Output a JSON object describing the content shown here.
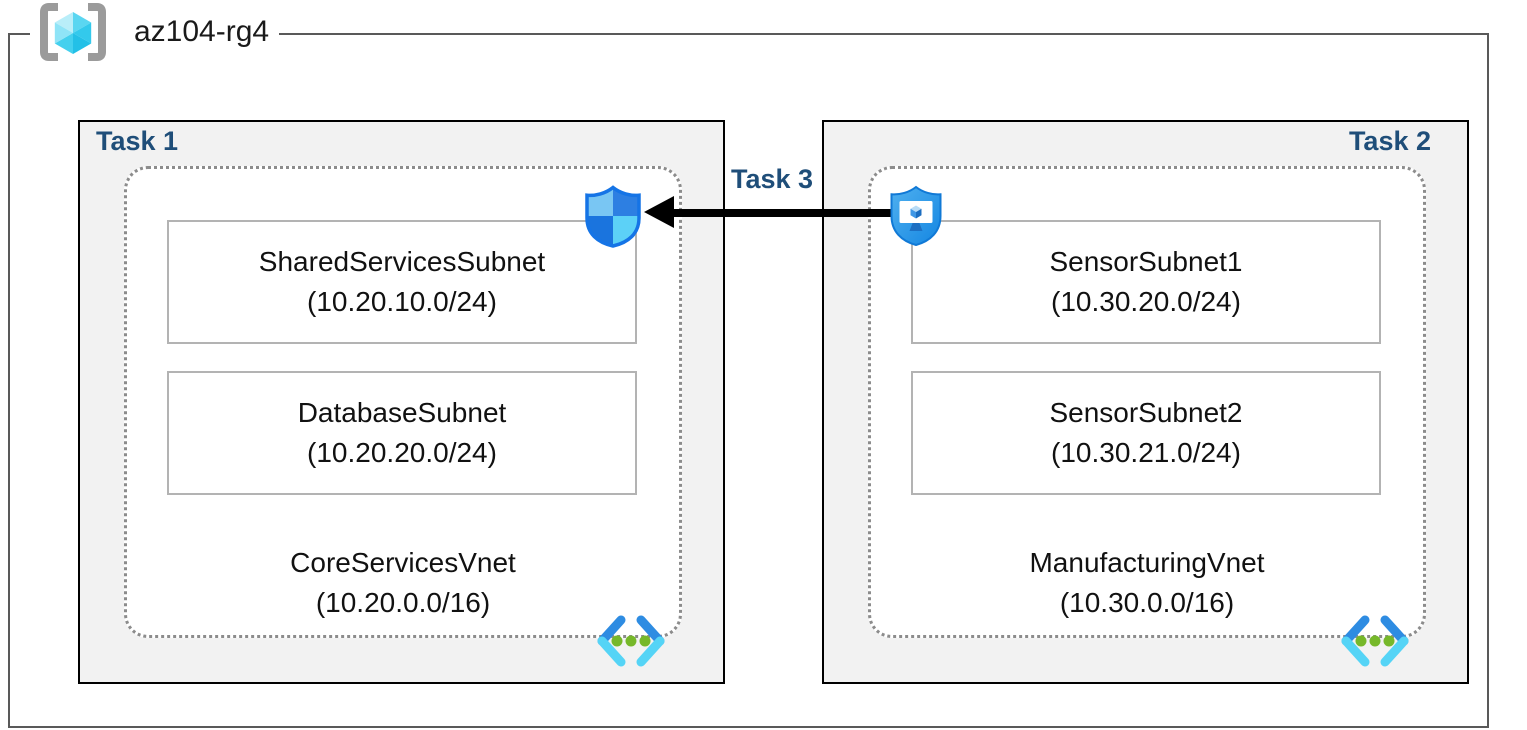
{
  "resource_group": {
    "name": "az104-rg4"
  },
  "tasks": {
    "task1": {
      "label": "Task 1",
      "vnet": {
        "name": "CoreServicesVnet",
        "cidr": "(10.20.0.0/16)",
        "subnets": [
          {
            "name": "SharedServicesSubnet",
            "cidr": "(10.20.10.0/24)"
          },
          {
            "name": "DatabaseSubnet",
            "cidr": "(10.20.20.0/24)"
          }
        ]
      }
    },
    "task2": {
      "label": "Task 2",
      "vnet": {
        "name": "ManufacturingVnet",
        "cidr": "(10.30.0.0/16)",
        "subnets": [
          {
            "name": "SensorSubnet1",
            "cidr": "(10.30.20.0/24)"
          },
          {
            "name": "SensorSubnet2",
            "cidr": "(10.30.21.0/24)"
          }
        ]
      }
    },
    "task3": {
      "label": "Task 3"
    }
  },
  "icons": {
    "resource_group": "azure-resource-group",
    "network_security_group": "nsg-shield",
    "application_security_group": "asg-shield-monitor",
    "virtual_network": "vnet-brackets-dots"
  },
  "colors": {
    "task_label": "#1f4e79",
    "frame_border": "#595959",
    "task_box_fill": "#f2f2f2",
    "task_box_border": "#000000",
    "dotted_border": "#8c8c8c",
    "subnet_border": "#b3b3b3",
    "arrow": "#000000",
    "vnet_dot_green": "#76b82a",
    "azure_blue": "#1574e6"
  }
}
